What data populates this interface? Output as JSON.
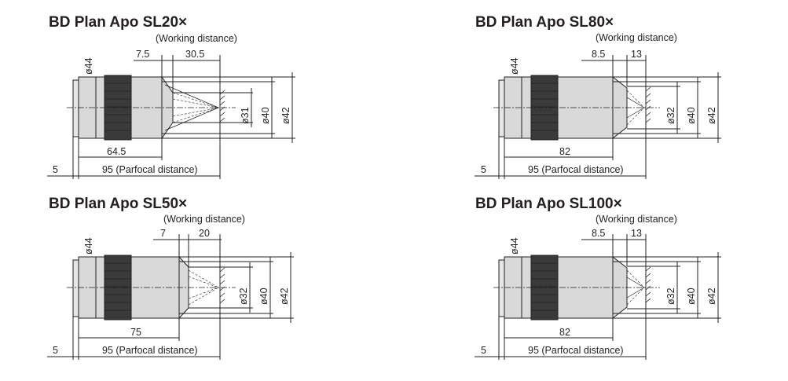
{
  "panels": [
    {
      "title": "BD Plan Apo SL20×",
      "working_distance_label": "(Working distance)",
      "dim_top_left": "7.5",
      "dim_top_right": "30.5",
      "dia_outer": "ø44",
      "dia_a": "ø31",
      "dia_b": "ø40",
      "dia_c": "ø42",
      "length_body": "64.5",
      "flange": "5",
      "parfocal": "95 (Parfocal distance)"
    },
    {
      "title": "BD Plan Apo SL80×",
      "working_distance_label": "(Working distance)",
      "dim_top_left": "8.5",
      "dim_top_right": "13",
      "dia_outer": "ø44",
      "dia_a": "ø32",
      "dia_b": "ø40",
      "dia_c": "ø42",
      "length_body": "82",
      "flange": "5",
      "parfocal": "95 (Parfocal distance)"
    },
    {
      "title": "BD Plan Apo SL50×",
      "working_distance_label": "(Working distance)",
      "dim_top_left": "7",
      "dim_top_right": "20",
      "dia_outer": "ø44",
      "dia_a": "ø32",
      "dia_b": "ø40",
      "dia_c": "ø42",
      "length_body": "75",
      "flange": "5",
      "parfocal": "95 (Parfocal distance)"
    },
    {
      "title": "BD Plan Apo SL100×",
      "working_distance_label": "(Working distance)",
      "dim_top_left": "8.5",
      "dim_top_right": "13",
      "dia_outer": "ø44",
      "dia_a": "ø32",
      "dia_b": "ø40",
      "dia_c": "ø42",
      "length_body": "82",
      "flange": "5",
      "parfocal": "95 (Parfocal distance)"
    }
  ]
}
